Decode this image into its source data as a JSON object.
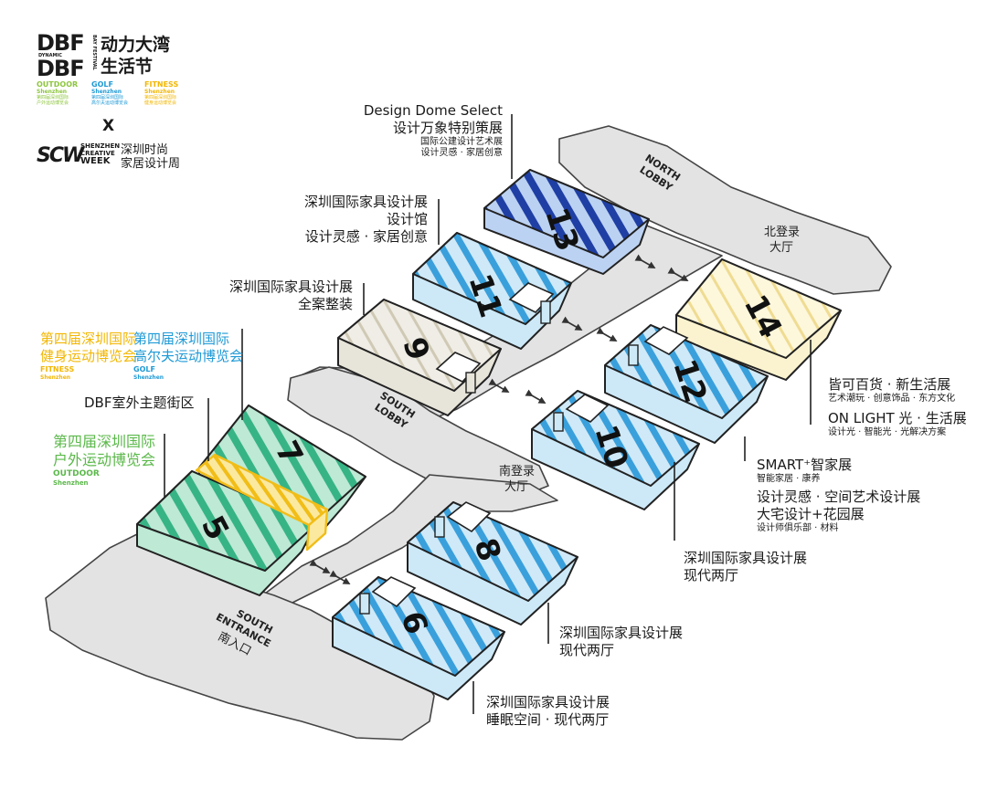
{
  "logo": {
    "dbf_top": "DBF",
    "dynamic": "DYNAMIC",
    "dbf_bottom": "DBF",
    "bay_festival": "BAY FESTIVAL",
    "cn_line1": "动力大湾",
    "cn_line2": "生活节",
    "columns": [
      {
        "title": "OUTDOOR",
        "city": "Shenzhen",
        "desc1": "第四届深圳国际",
        "desc2": "户外运动博览会",
        "color": "#8ec63f"
      },
      {
        "title": "GOLF",
        "city": "Shenzhen",
        "desc1": "第四届深圳国际",
        "desc2": "高尔夫运动博览会",
        "color": "#1f9ad6"
      },
      {
        "title": "FITNESS",
        "city": "Shenzhen",
        "desc1": "第四届深圳国际",
        "desc2": "健身运动博览会",
        "color": "#f2b705"
      }
    ],
    "x": "X",
    "scw_mark": "SCW",
    "scw_en1": "SHENZHEN",
    "scw_en2": "CREATIVE",
    "scw_en3": "WEEK",
    "scw_cn1": "深圳时尚",
    "scw_cn2": "家居设计周"
  },
  "halls": {
    "h5": "5",
    "h6": "6",
    "h7": "7",
    "h8": "8",
    "h9": "9",
    "h10": "10",
    "h11": "11",
    "h12": "12",
    "h13": "13",
    "h14": "14"
  },
  "lobbies": {
    "north_en1": "NORTH",
    "north_en2": "LOBBY",
    "north_cn1": "北登录",
    "north_cn2": "大厅",
    "south_en1": "SOUTH",
    "south_en2": "LOBBY",
    "south_cn1": "南登录",
    "south_cn2": "大厅",
    "entrance_en1": "SOUTH",
    "entrance_en2": "ENTRANCE",
    "entrance_cn": "南入口"
  },
  "labels": {
    "h13_en": "Design Dome Select",
    "h13_cn": "设计万象特别策展",
    "h13_sub1": "国际公建设计艺术展",
    "h13_sub2": "设计灵感 · 家居创意",
    "h11_l1": "深圳国际家具设计展",
    "h11_l2": "设计馆",
    "h11_l3": "设计灵感 · 家居创意",
    "h9_l1": "深圳国际家具设计展",
    "h9_l2": "全案整装",
    "fitness_l1": "第四届深圳国际",
    "fitness_l2": "健身运动博览会",
    "fitness_en": "FITNESS",
    "fitness_city": "Shenzhen",
    "golf_l1": "第四届深圳国际",
    "golf_l2": "高尔夫运动博览会",
    "golf_en": "GOLF",
    "golf_city": "Shenzhen",
    "dbf_street": "DBF室外主题街区",
    "outdoor_l1": "第四届深圳国际",
    "outdoor_l2": "户外运动博览会",
    "outdoor_en": "OUTDOOR",
    "outdoor_city": "Shenzhen",
    "h14_l1": "皆可百货 · 新生活展",
    "h14_l2": "艺术潮玩 · 创意饰品 · 东方文化",
    "h14_l3": "ON LIGHT 光 · 生活展",
    "h14_l4": "设计光 · 智能光 · 光解决方案",
    "h12_l1": "SMART⁺智家展",
    "h12_l2": "智能家居 · 康养",
    "h12_l3": "设计灵感 · 空间艺术设计展",
    "h12_l4": "大宅设计+花园展",
    "h12_l5": "设计师俱乐部 · 材料",
    "h10_l1": "深圳国际家具设计展",
    "h10_l2": "现代两厅",
    "h8_l1": "深圳国际家具设计展",
    "h8_l2": "现代两厅",
    "h6_l1": "深圳国际家具设计展",
    "h6_l2": "睡眠空间 · 现代两厅"
  },
  "colors": {
    "hall_light_blue": "#a9d8f3",
    "hall_dark_blue": "#1f3fa5",
    "hall_green": "#5cc99a",
    "hall_beige": "#e7e4d9",
    "hall_cream": "#fbf3cf",
    "street_yellow": "#f3c93b",
    "ground": "#e3e3e3",
    "outdoor_green": "#8ec63f",
    "golf_blue": "#1f9ad6",
    "fitness_yellow": "#f2b705"
  }
}
